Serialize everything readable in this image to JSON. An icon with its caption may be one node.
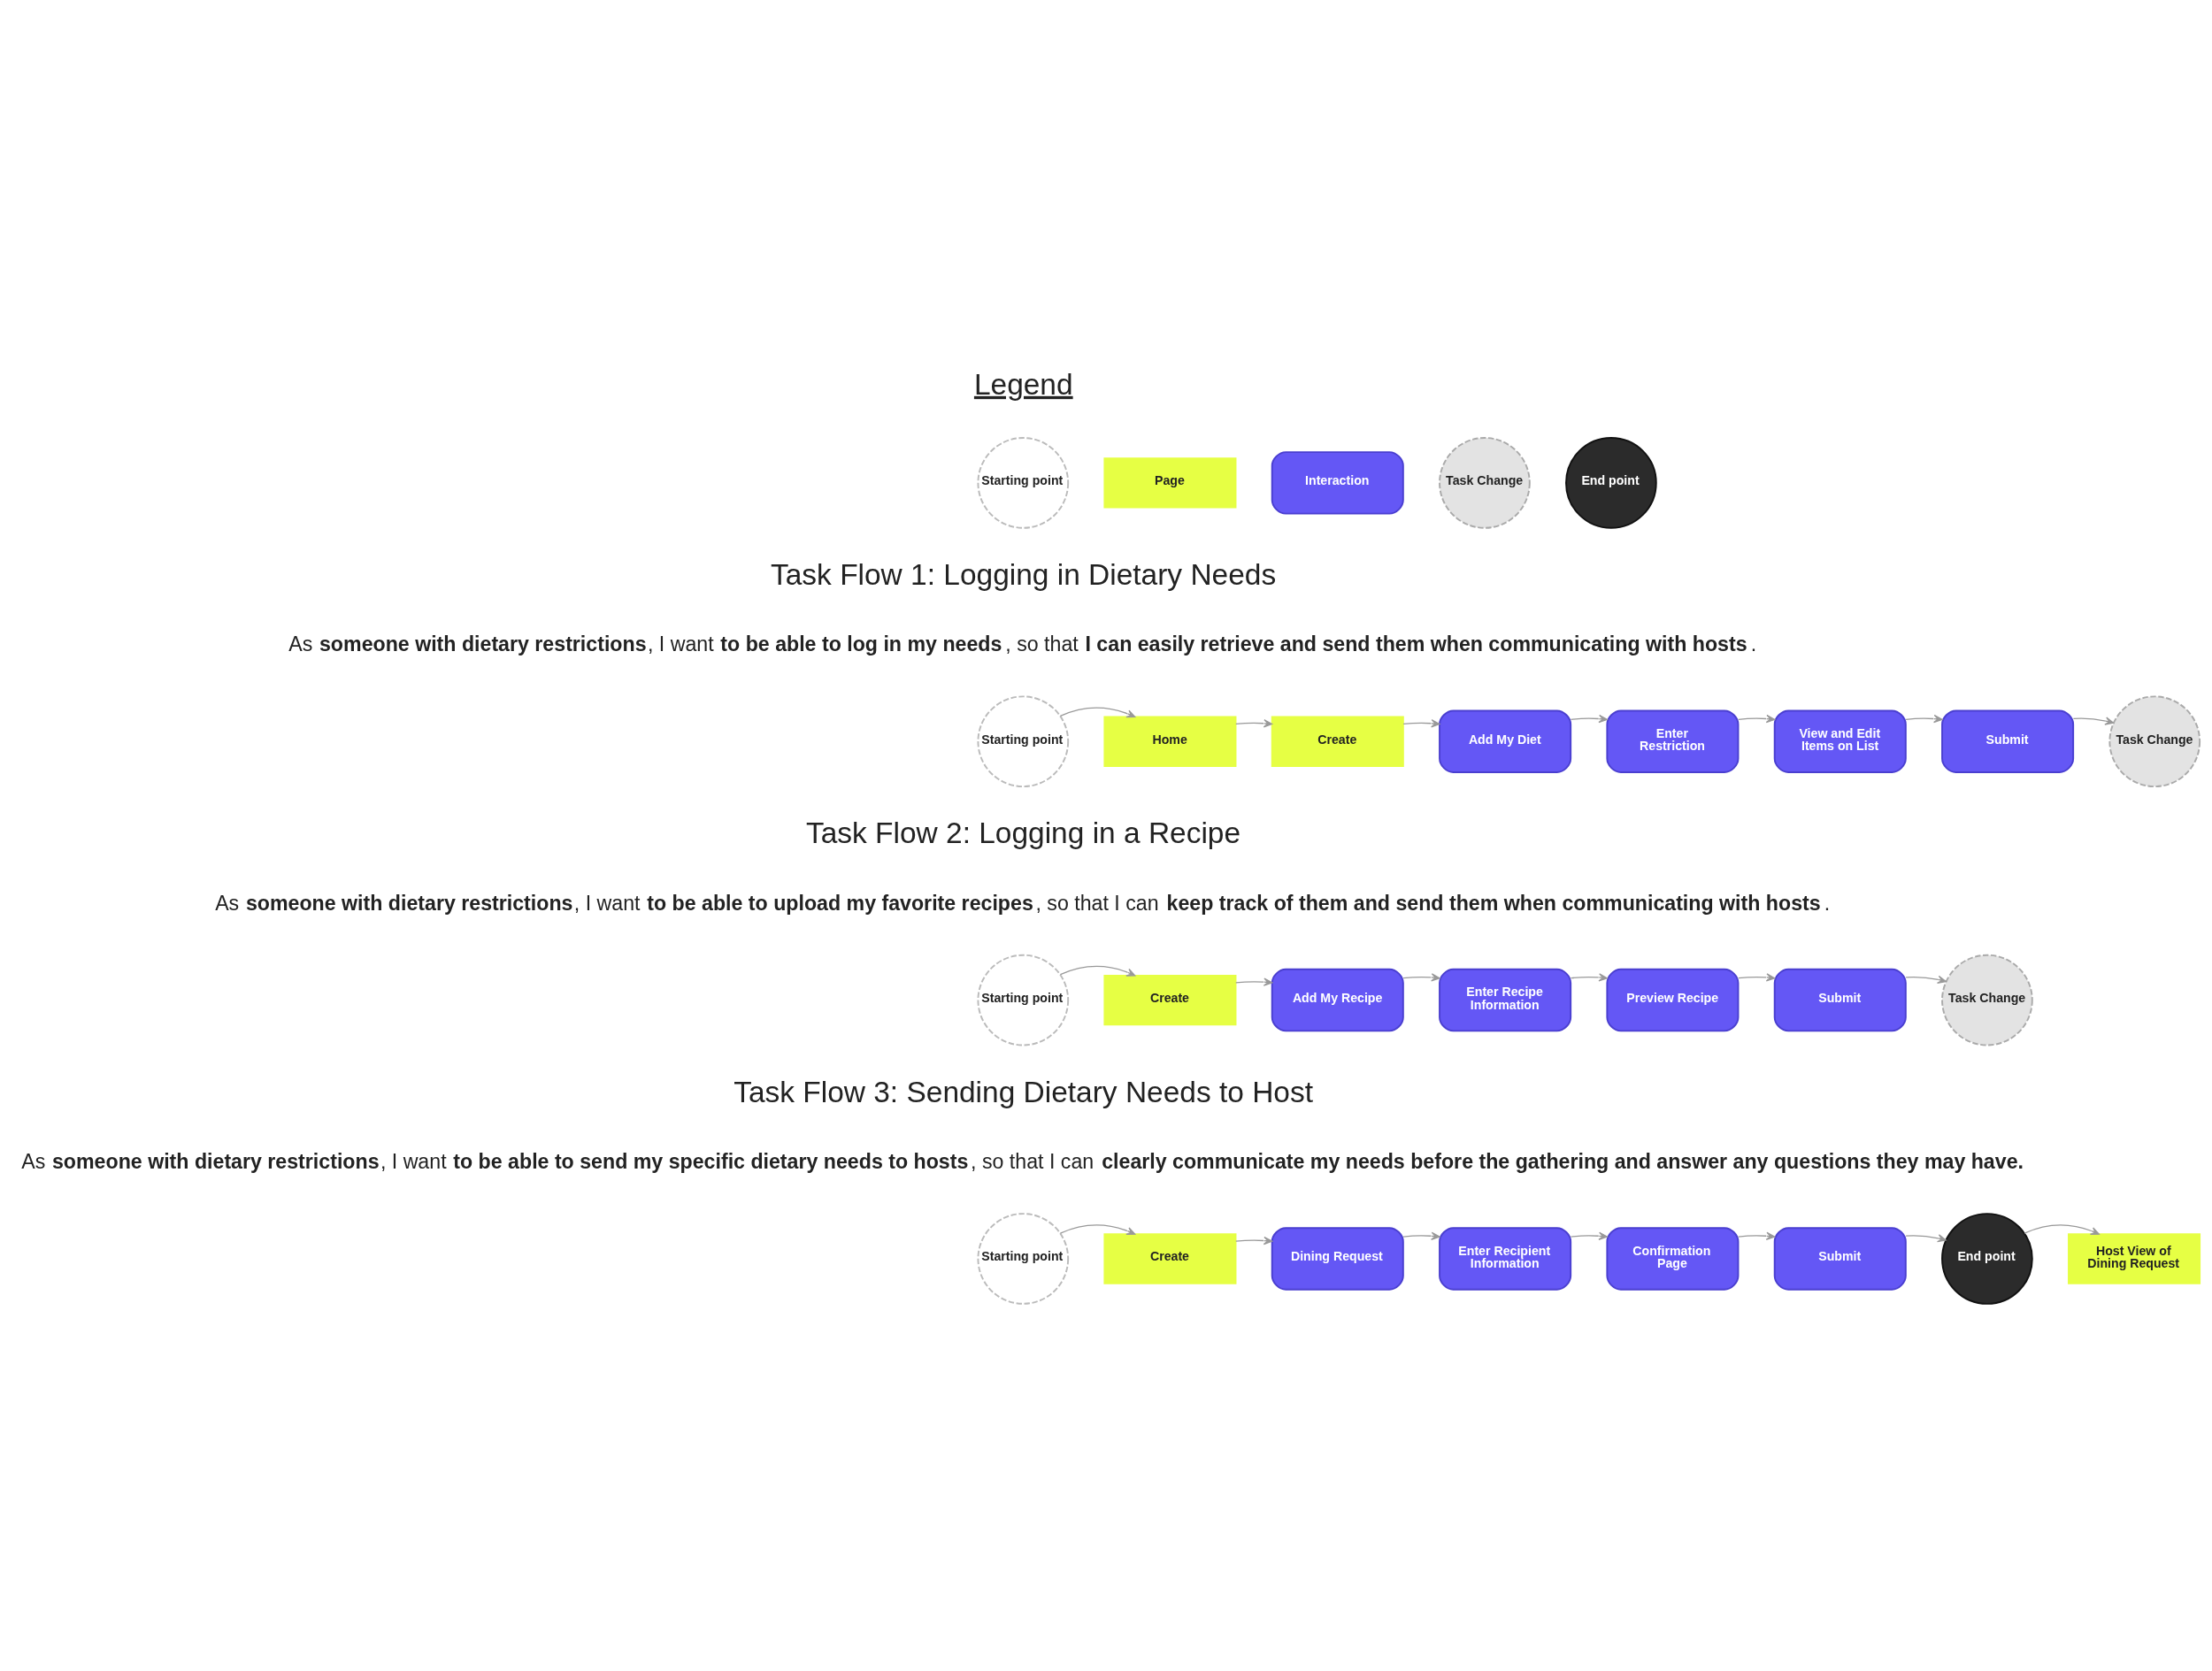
{
  "diagram": {
    "nodes": [
      {
        "text": [
          "Starting point"
        ]
      },
      {
        "text": [
          "Page"
        ]
      },
      {
        "text": [
          "Interaction"
        ]
      },
      {
        "text": [
          "Task Change"
        ]
      },
      {
        "text": [
          "End point"
        ]
      },
      {
        "text": [
          "Starting point"
        ]
      },
      {
        "text": [
          "Home"
        ]
      },
      {
        "text": [
          "Create"
        ]
      },
      {
        "text": [
          "Add My Diet"
        ]
      },
      {
        "text": [
          "Enter Restriction"
        ]
      },
      {
        "text": [
          "View and Edit Items on List"
        ]
      },
      {
        "text": [
          "Submit"
        ]
      },
      {
        "text": [
          "Task Change"
        ]
      },
      {
        "text": [
          "Starting point"
        ]
      },
      {
        "text": [
          "Create"
        ]
      },
      {
        "text": [
          "Add My Recipe"
        ]
      },
      {
        "text": [
          "Enter Recipe Information"
        ]
      },
      {
        "text": [
          "Preview Recipe"
        ]
      },
      {
        "text": [
          "Submit"
        ]
      },
      {
        "text": [
          "Task Change"
        ]
      },
      {
        "text": [
          "Starting point"
        ]
      },
      {
        "text": [
          "Create"
        ]
      },
      {
        "text": [
          "Dining Request"
        ]
      },
      {
        "text": [
          "Enter Recipient Information"
        ]
      },
      {
        "text": [
          "Confirmation Page"
        ]
      },
      {
        "text": [
          "Submit"
        ]
      },
      {
        "text": [
          "End point"
        ]
      },
      {
        "text": [
          "Host View of Dining Request"
        ]
      }
    ],
    "edges": [
      {
        "from": 5,
        "to": 6,
        "arrow": "to"
      },
      {
        "from": 6,
        "to": 7,
        "arrow": "to"
      },
      {
        "from": 7,
        "to": 8,
        "arrow": "to"
      },
      {
        "from": 8,
        "to": 9,
        "arrow": "to"
      },
      {
        "from": 9,
        "to": 10,
        "arrow": "to"
      },
      {
        "from": 10,
        "to": 11,
        "arrow": "to"
      },
      {
        "from": 11,
        "to": 12,
        "arrow": "to"
      },
      {
        "from": 13,
        "to": 14,
        "arrow": "to"
      },
      {
        "from": 14,
        "to": 15,
        "arrow": "to"
      },
      {
        "from": 15,
        "to": 16,
        "arrow": "to"
      },
      {
        "from": 16,
        "to": 17,
        "arrow": "to"
      },
      {
        "from": 17,
        "to": 18,
        "arrow": "to"
      },
      {
        "from": 18,
        "to": 19,
        "arrow": "to"
      },
      {
        "from": 20,
        "to": 21,
        "arrow": "to"
      },
      {
        "from": 21,
        "to": 22,
        "arrow": "to"
      },
      {
        "from": 22,
        "to": 23,
        "arrow": "to"
      },
      {
        "from": 23,
        "to": 24,
        "arrow": "to"
      },
      {
        "from": 24,
        "to": 25,
        "arrow": "to"
      },
      {
        "from": 25,
        "to": 26,
        "arrow": "to"
      },
      {
        "from": 26,
        "to": 27,
        "arrow": "to"
      }
    ],
    "labels": [
      "Legend",
      "Task Flow 1: Logging in Dietary Needs",
      "As **someone with dietary restrictions**, I want **to be able to log in my needs**, so that **I can easily retrieve and send them when communicating with hosts**.",
      "Task Flow 2: Logging in a Recipe",
      "As **someone with dietary restrictions**, I want **to be able to upload my favorite recipes**, so that I can **keep track of them and send them when communicating with hosts**.",
      "Task Flow 3: Sending Dietary Needs to Host",
      "As **someone with dietary restrictions**, I want **to be able to send my specific dietary needs to hosts**, so that I can **clearly communicate my needs before the gathering and answer any questions they may have.**"
    ]
  }
}
